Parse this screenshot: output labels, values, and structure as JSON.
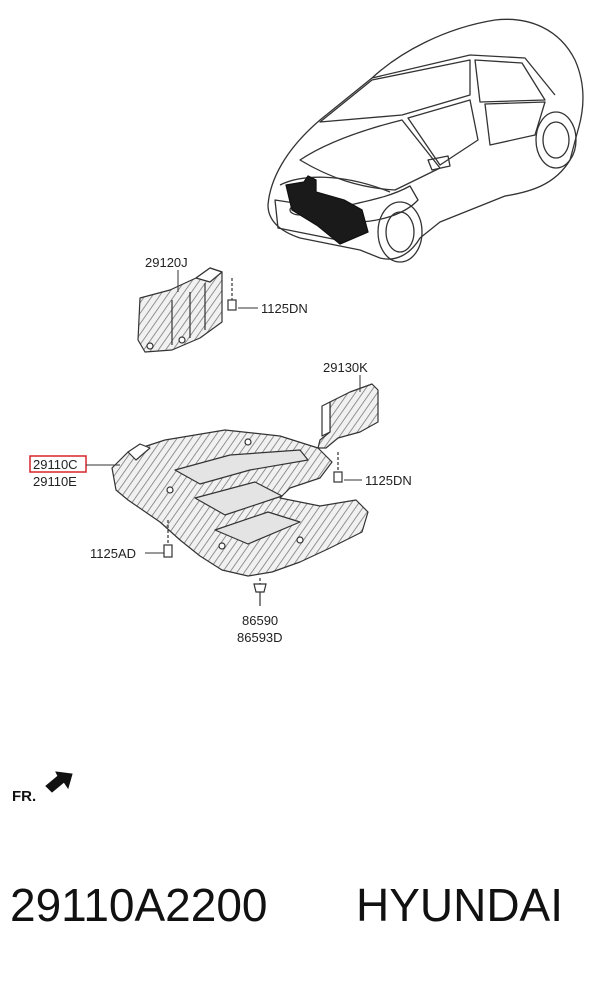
{
  "parts": {
    "splash_rh": "29120J",
    "bolt_upper": "1125DN",
    "splash_lh": "29130K",
    "cover_highlighted": "29110C",
    "cover_alt": "29110E",
    "bolt_right": "1125DN",
    "bolt_left": "1125AD",
    "clip_a": "86590",
    "clip_b": "86593D"
  },
  "front_label": "FR.",
  "caption": {
    "part_number": "29110A2200",
    "brand": "HYUNDAI"
  },
  "colors": {
    "highlight": "#d9252a",
    "line": "#333333",
    "hatch": "#6b6b6b"
  }
}
